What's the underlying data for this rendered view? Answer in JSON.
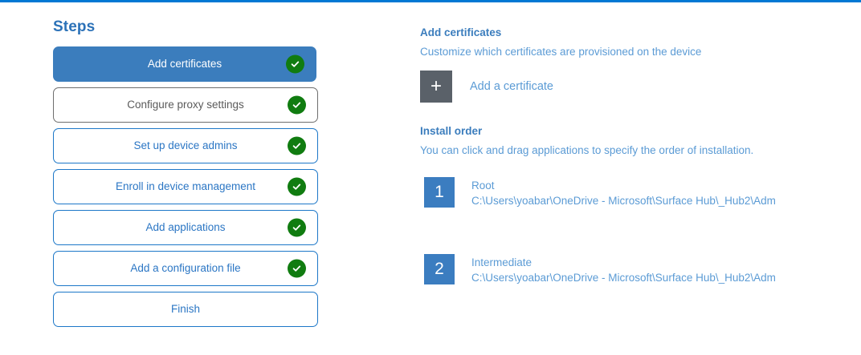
{
  "theme": {
    "accent_bar_color": "#0078d4",
    "selected_step_color": "#3b7dbd",
    "step_outline_color": "#1c77c8",
    "muted_outline_color": "#6e6e6e",
    "check_badge_color": "#107c10",
    "add_button_color": "#5a6169",
    "order_badge_color": "#3b7dc0",
    "link_text_color": "#5b9bd5",
    "heading_color": "#3b7dbd"
  },
  "steps_panel": {
    "heading": "Steps",
    "items": [
      {
        "label": "Add certificates",
        "state": "selected",
        "completed": true
      },
      {
        "label": "Configure proxy settings",
        "state": "muted",
        "completed": true
      },
      {
        "label": "Set up device admins",
        "state": "default",
        "completed": true
      },
      {
        "label": "Enroll in device management",
        "state": "default",
        "completed": true
      },
      {
        "label": "Add applications",
        "state": "default",
        "completed": true
      },
      {
        "label": "Add a configuration file",
        "state": "default",
        "completed": true
      },
      {
        "label": "Finish",
        "state": "default",
        "completed": false
      }
    ]
  },
  "detail_panel": {
    "add_certificates": {
      "title": "Add certificates",
      "subtitle": "Customize which certificates are provisioned on the device",
      "add_button_glyph": "+",
      "add_link_label": "Add a certificate"
    },
    "install_order": {
      "title": "Install order",
      "subtitle": "You can click and drag applications to specify the order of installation.",
      "items": [
        {
          "number": "1",
          "name": "Root",
          "path": "C:\\Users\\yoabar\\OneDrive - Microsoft\\Surface Hub\\_Hub2\\Adm"
        },
        {
          "number": "2",
          "name": "Intermediate",
          "path": "C:\\Users\\yoabar\\OneDrive - Microsoft\\Surface Hub\\_Hub2\\Adm"
        }
      ]
    }
  }
}
